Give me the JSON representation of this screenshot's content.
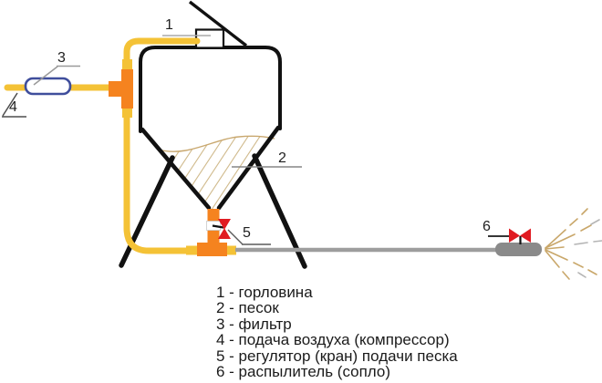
{
  "diagram": {
    "markers": [
      "1",
      "2",
      "3",
      "4",
      "5",
      "6"
    ],
    "legend": [
      "1 - горловина",
      "2 - песок",
      "3 - фильтр",
      "4 - подача воздуха (компрессор)",
      "5 - регулятор (кран) подачи песка",
      "6 - распылитель (сопло)"
    ]
  },
  "colors": {
    "hose_yellow": "#F4C236",
    "fitting_orange": "#F5831F",
    "valve_red": "#E01B22",
    "filter_blue": "#3F4E9C",
    "pipe_gray": "#9D9D9D",
    "nozzle_gray": "#8A8A8A",
    "sand_tan": "#C9A86F",
    "hatch_tan": "#D0BA8C",
    "spray_tan": "#C9A76A",
    "spray_gray": "#B5B5B5",
    "outline_black": "#111111"
  }
}
